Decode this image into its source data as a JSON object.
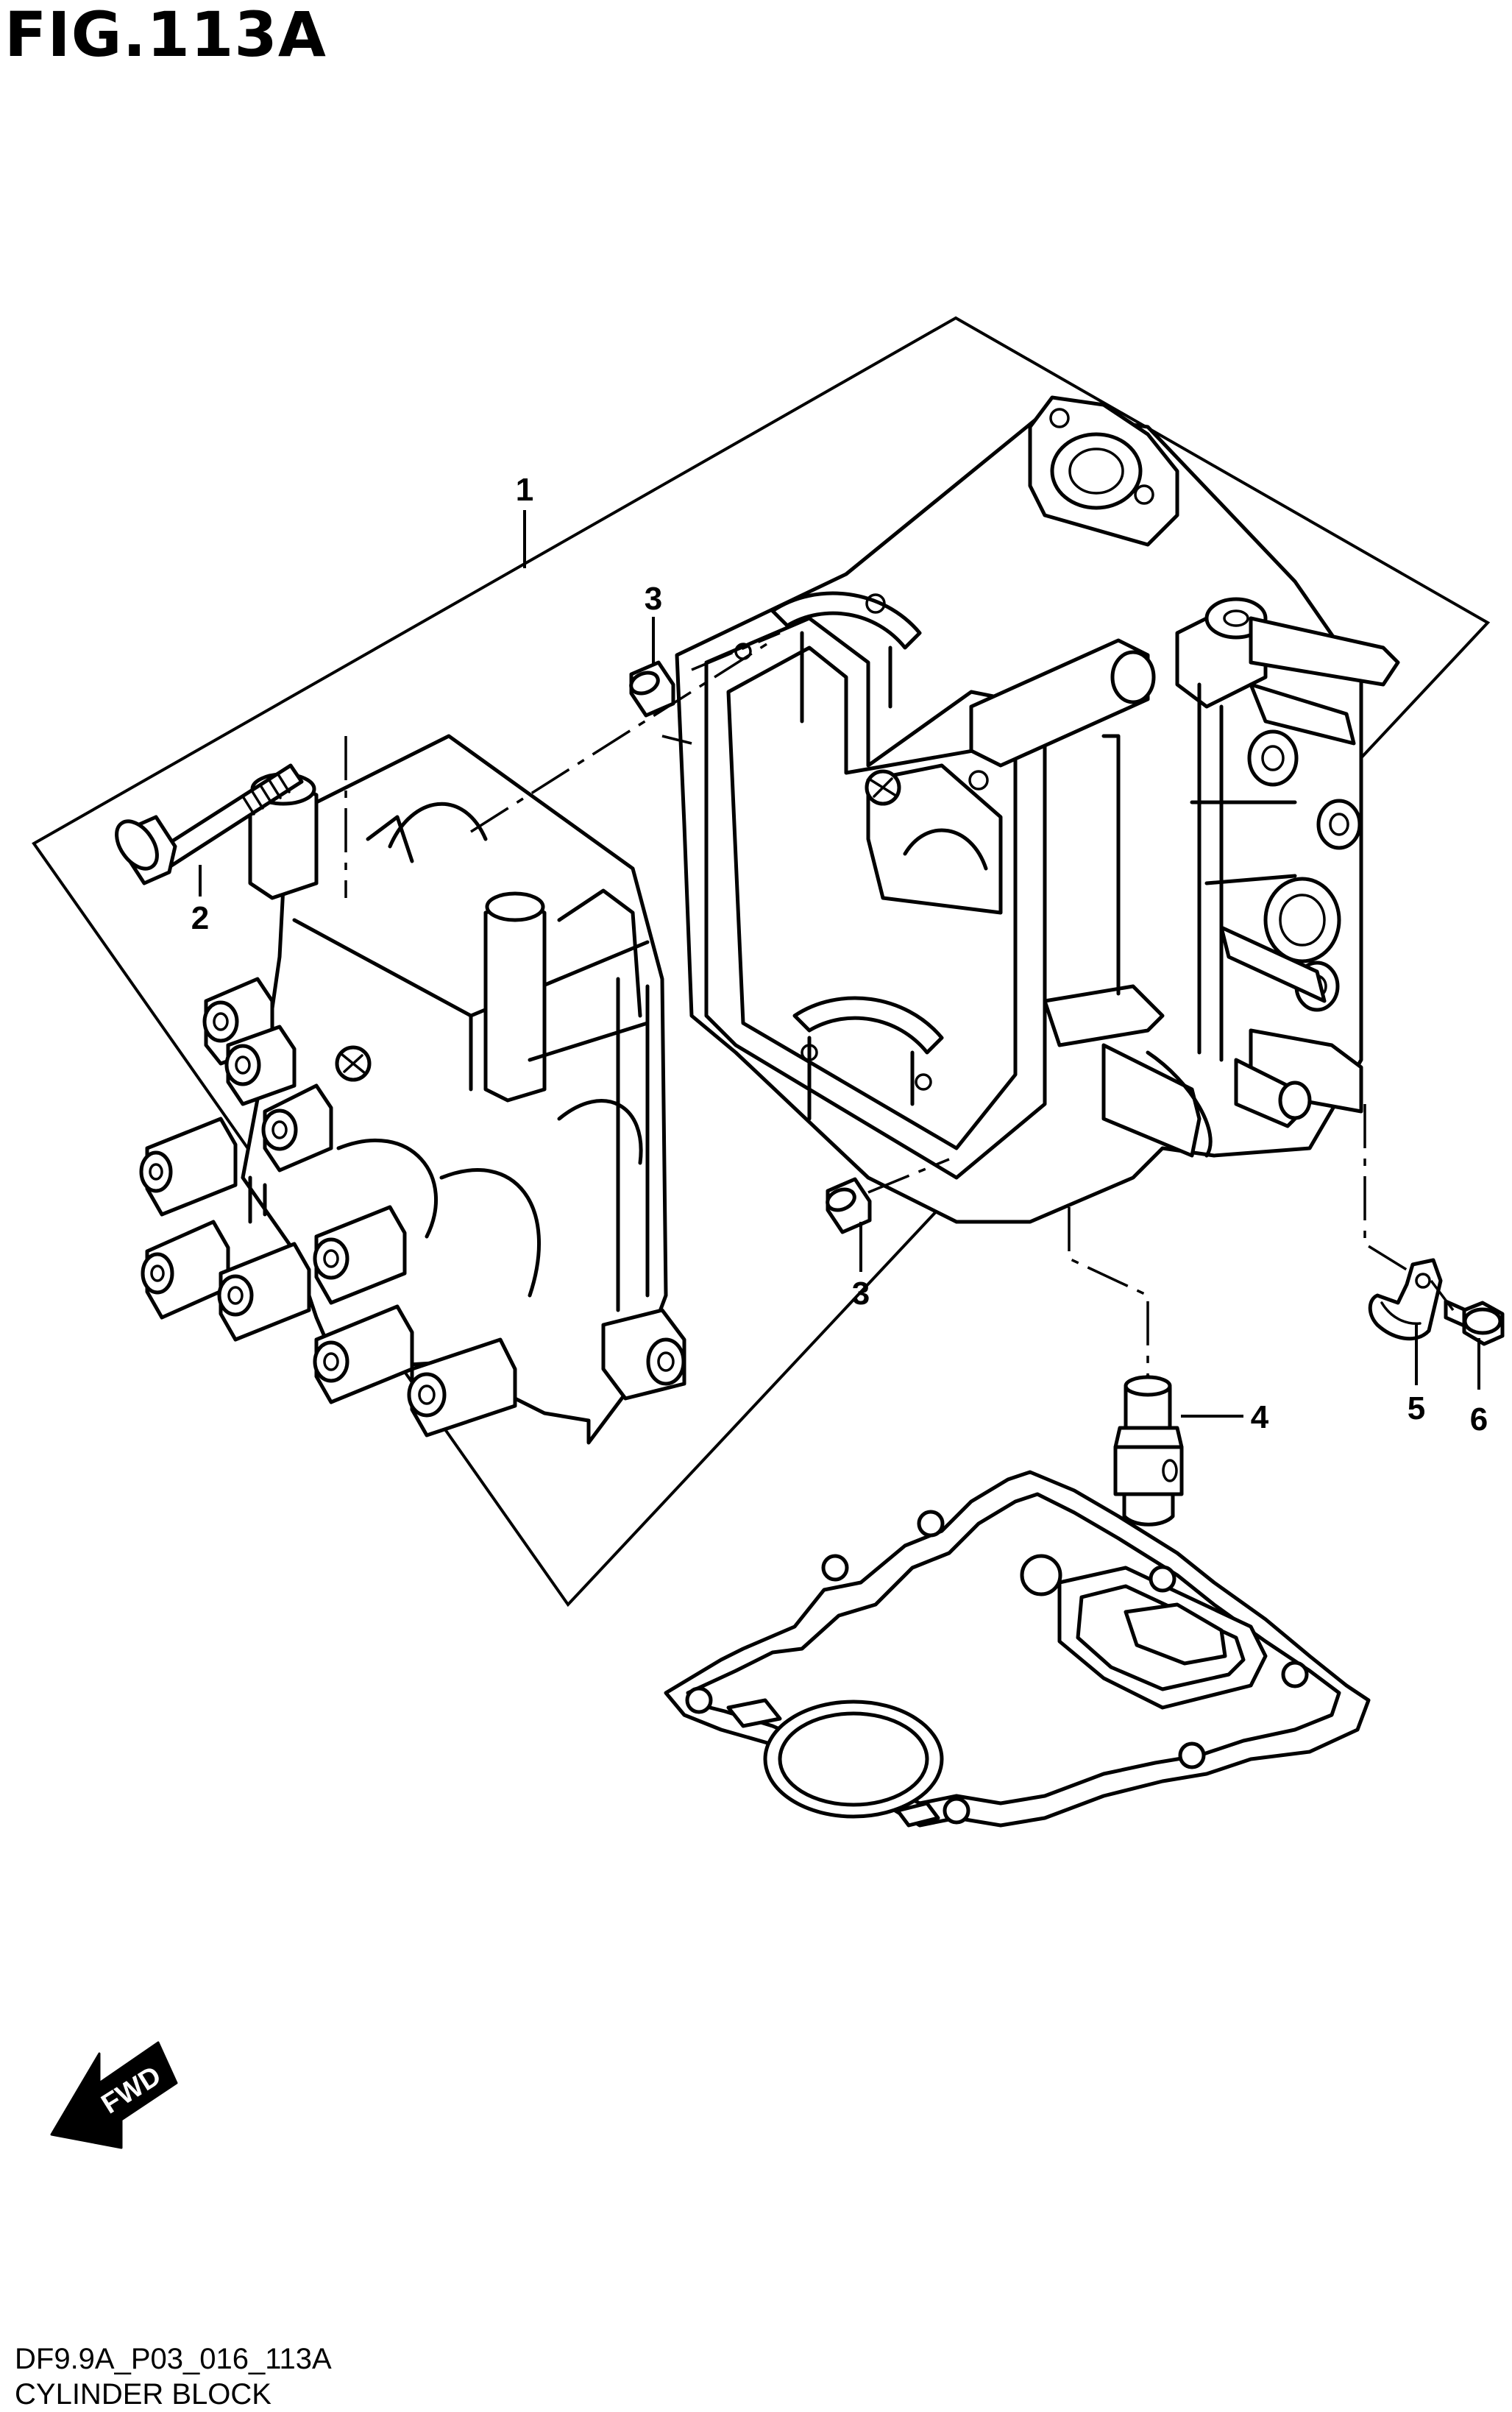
{
  "figure": {
    "title": "FIG.113A",
    "code": "DF9.9A_P03_016_113A",
    "name": "CYLINDER BLOCK"
  },
  "callouts": [
    "1",
    "2",
    "3",
    "3",
    "4",
    "5",
    "6"
  ],
  "fwd_label": "FWD"
}
